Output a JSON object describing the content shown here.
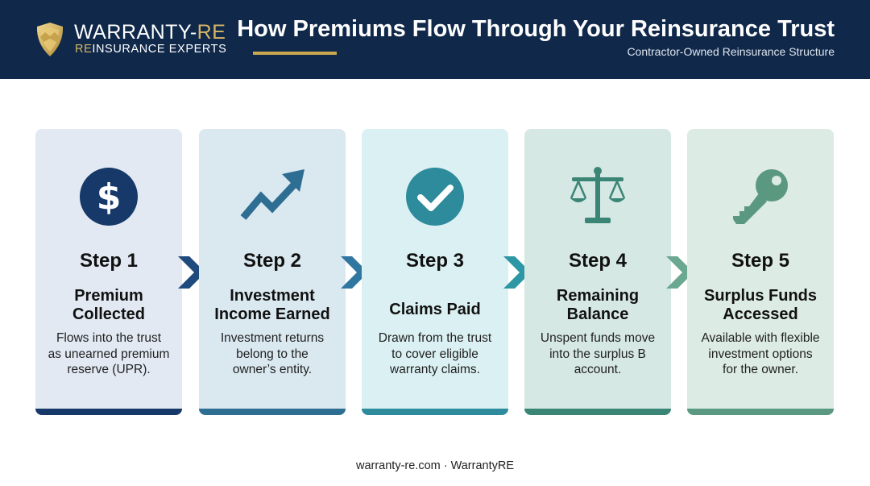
{
  "brand": {
    "name_white": "WARRANTY-",
    "name_gold": "RE",
    "tagline_gold": "RE",
    "tagline_rest": "INSURANCE EXPERTS"
  },
  "header": {
    "title": "How Premiums Flow Through Your Reinsurance Trust",
    "subtitle": "Contractor-Owned Reinsurance Structure"
  },
  "steps": [
    {
      "step": "Step 1",
      "heading": [
        "Premium",
        "Collected"
      ],
      "desc": [
        "Flows into the trust",
        "as unearned premium",
        "reserve (UPR)."
      ],
      "icon": "dollar-icon"
    },
    {
      "step": "Step 2",
      "heading": [
        "Investment",
        "Income Earned"
      ],
      "desc": [
        "Investment returns",
        "belong to the",
        "owner’s entity."
      ],
      "icon": "trending-up-icon"
    },
    {
      "step": "Step 3",
      "heading": [
        "Claims Paid"
      ],
      "desc": [
        "Drawn from the trust",
        "to cover eligible",
        "warranty claims."
      ],
      "icon": "check-circle-icon"
    },
    {
      "step": "Step 4",
      "heading": [
        "Remaining",
        "Balance"
      ],
      "desc": [
        "Unspent funds move",
        "into the surplus B",
        "account."
      ],
      "icon": "scales-icon"
    },
    {
      "step": "Step 5",
      "heading": [
        "Surplus Funds",
        "Accessed"
      ],
      "desc": [
        "Available with flexible",
        "investment options",
        "for the owner."
      ],
      "icon": "key-icon"
    }
  ],
  "colors": {
    "header_bg": "#10284a",
    "gold": "#c9a84e",
    "step_colors": [
      "#16396a",
      "#2f6e93",
      "#2d8b9c",
      "#3b8576",
      "#5a9880"
    ]
  },
  "footer": {
    "text": "warranty-re.com · WarrantyRE"
  }
}
